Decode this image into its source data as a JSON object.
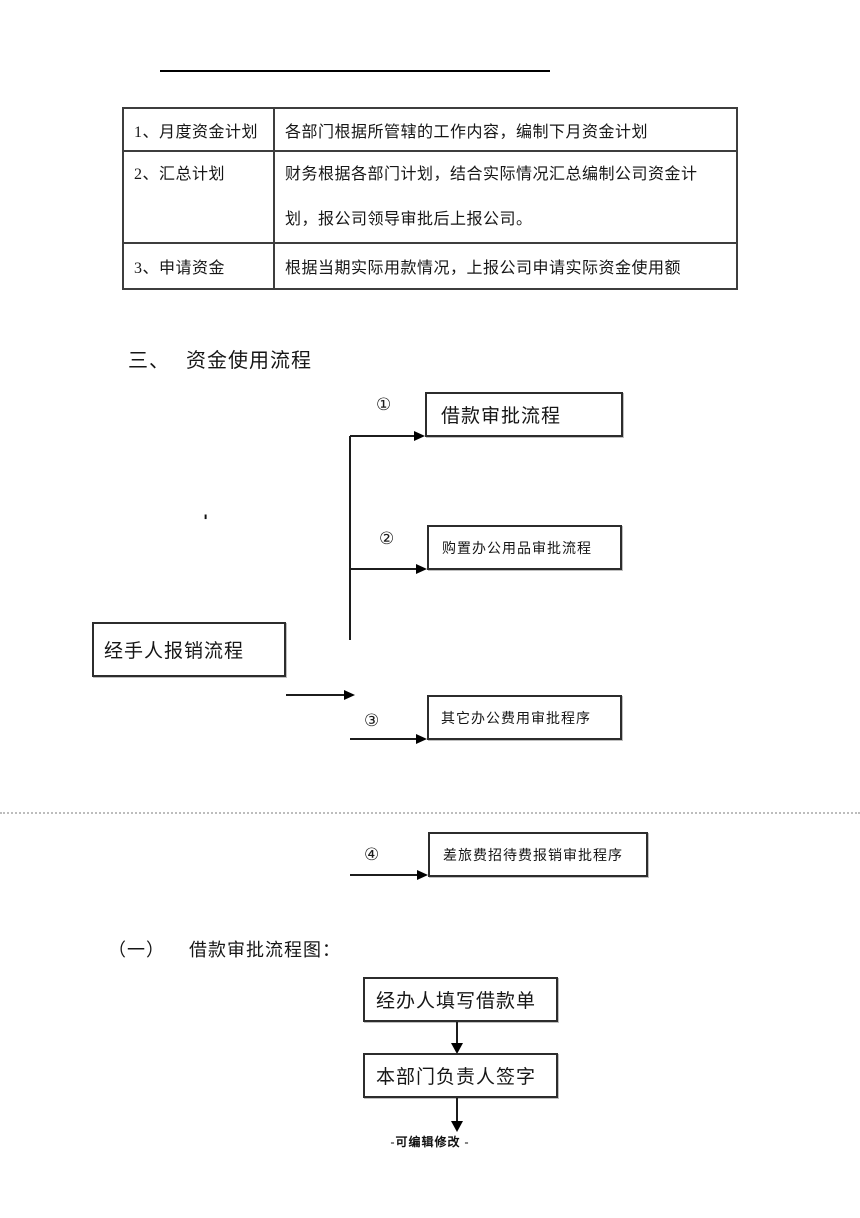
{
  "table": {
    "rows": [
      {
        "label": "1、月度资金计划",
        "desc_line1": "各部门根据所管辖的工作内容，编制下月资金计划"
      },
      {
        "label": "2、汇总计划",
        "desc_line1": "财务根据各部门计划，结合实际情况汇总编制公司资金计",
        "desc_line2": "划，报公司领导审批后上报公司。"
      },
      {
        "label": "3、申请资金",
        "desc_line1": "根据当期实际用款情况，上报公司申请实际资金使用额"
      }
    ]
  },
  "section": {
    "number": "三、",
    "title": "资金使用流程"
  },
  "flowchart": {
    "source_box": "经手人报销流程",
    "stray_mark": "'",
    "branches": [
      {
        "marker": "①",
        "label": "借款审批流程"
      },
      {
        "marker": "②",
        "label": "购置办公用品审批流程"
      },
      {
        "marker": "③",
        "label": "其它办公费用审批程序"
      },
      {
        "marker": "④",
        "label": "差旅费招待费报销审批程序"
      }
    ]
  },
  "subsection": {
    "number": "（一）",
    "title": "借款审批流程图："
  },
  "loan_flow": {
    "step1": "经办人填写借款单",
    "step2": "本部门负责人签字"
  },
  "footer": {
    "text": "-可编辑修改 -"
  }
}
